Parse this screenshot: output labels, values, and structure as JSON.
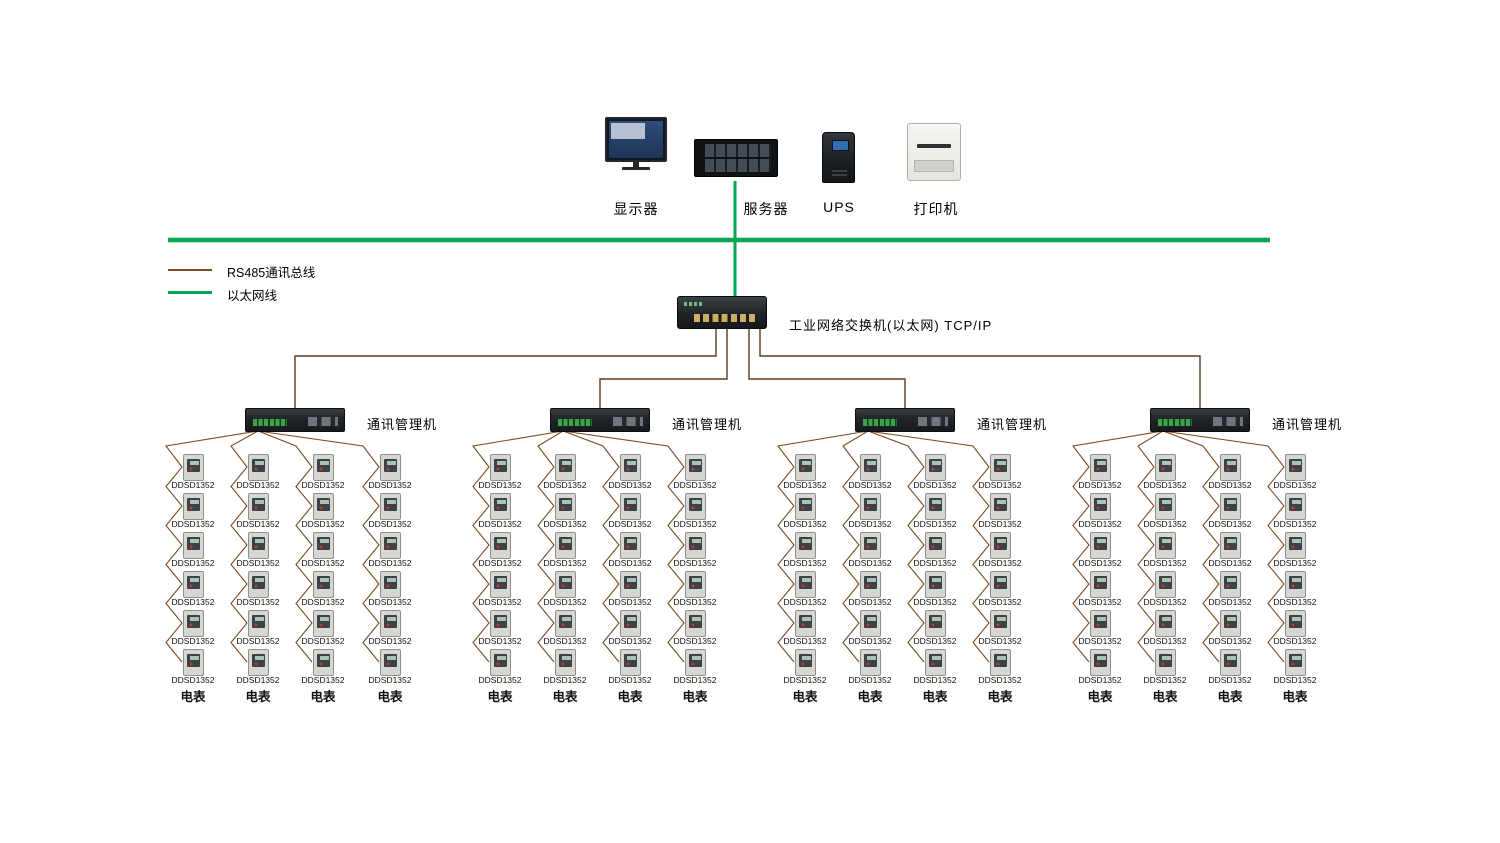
{
  "legend": {
    "rs485": {
      "label": "RS485通讯总线",
      "color": "#7B4B22"
    },
    "ethernet": {
      "label": "以太网线",
      "color": "#00A651"
    }
  },
  "top_devices": {
    "monitor_label": "显示器",
    "server_label": "服务器",
    "ups_label": "UPS",
    "printer_label": "打印机"
  },
  "switch": {
    "label": "工业网络交换机(以太网) TCP/IP"
  },
  "managers": {
    "label": "通讯管理机",
    "count": 4
  },
  "meters": {
    "model": "DDSD1352",
    "bottom_label": "电表",
    "groups": 4,
    "columns_per_group": 4,
    "meters_per_column": 6
  }
}
